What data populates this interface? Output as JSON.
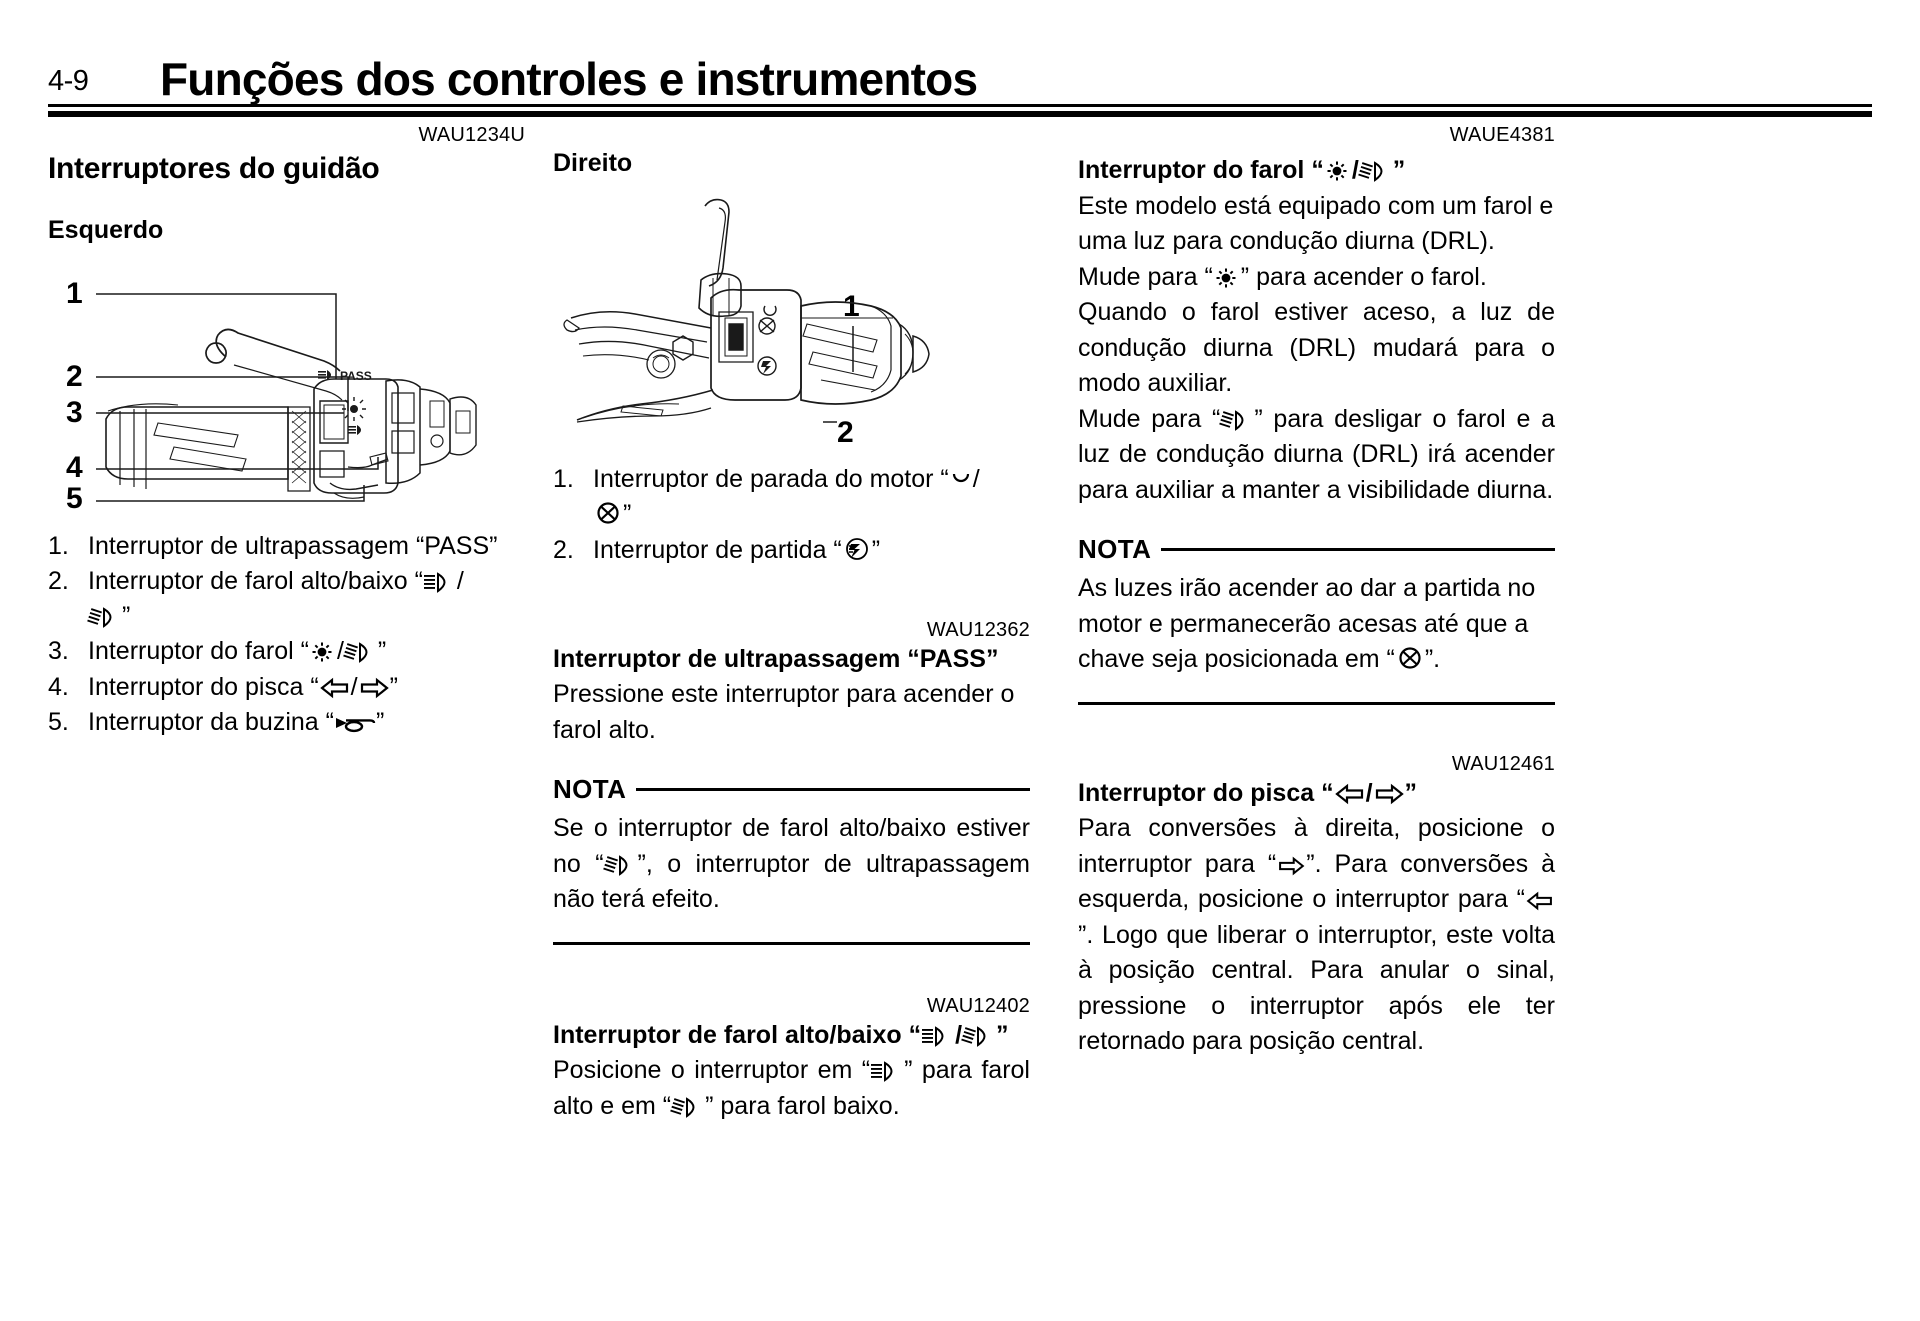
{
  "header": {
    "page_number": "4-9",
    "title": "Funções dos controles e instrumentos"
  },
  "left_column": {
    "wau_code": "WAU1234U",
    "section_title": "Interruptores do guidão",
    "sub_title": "Esquerdo",
    "figure": {
      "name": "left-handlebar-switch-illustration",
      "callouts": [
        "1",
        "2",
        "3",
        "4",
        "5"
      ],
      "label_on_switch": "PASS"
    },
    "legend": [
      {
        "num": "1.",
        "text_before": "Interruptor de ultrapassagem “PASS”",
        "icons": []
      },
      {
        "num": "2.",
        "text_before": "Interruptor de farol alto/baixo “",
        "icons": [
          "high-beam-icon",
          "low-beam-icon"
        ],
        "text_after": "”"
      },
      {
        "num": "3.",
        "text_before": "Interruptor do farol “",
        "icons": [
          "position-light-icon",
          "low-beam-icon"
        ],
        "text_after": "”"
      },
      {
        "num": "4.",
        "text_before": "Interruptor do pisca “",
        "icons": [
          "turn-left-icon",
          "turn-right-icon"
        ],
        "text_after": "”"
      },
      {
        "num": "5.",
        "text_before": "Interruptor da buzina “",
        "icons": [
          "horn-icon"
        ],
        "text_after": "”"
      }
    ]
  },
  "middle_column": {
    "sub_title": "Direito",
    "figure": {
      "name": "right-handlebar-switch-illustration",
      "callouts": [
        "1",
        "2"
      ]
    },
    "legend": [
      {
        "num": "1.",
        "text_before": "Interruptor de parada do motor “",
        "icons": [
          "engine-run-icon",
          "engine-stop-icon"
        ],
        "text_after": "”"
      },
      {
        "num": "2.",
        "text_before": "Interruptor de partida “",
        "icons": [
          "starter-icon"
        ],
        "text_after": "”"
      }
    ],
    "pass_section": {
      "wau_code": "WAU12362",
      "heading": "Interruptor de ultrapassagem “PASS”",
      "body": "Pressione este interruptor para acender o farol alto.",
      "nota_label": "NOTA",
      "nota_text_1": "Se o interruptor de farol alto/baixo estiver no “",
      "nota_icon": "low-beam-icon",
      "nota_text_2": "”, o interruptor de ultrapassagem não terá efeito."
    },
    "beam_section": {
      "wau_code": "WAU12402",
      "heading_before": "Interruptor de farol alto/baixo “",
      "heading_icons": [
        "high-beam-icon",
        "low-beam-icon"
      ],
      "heading_after": "”",
      "body_1": "Posicione o interruptor em “",
      "body_icon_1": "high-beam-icon",
      "body_2": "” para farol alto e em “",
      "body_icon_2": "low-beam-icon",
      "body_3": "” para farol baixo."
    }
  },
  "right_column": {
    "headlight_section": {
      "wau_code": "WAUE4381",
      "heading_before": "Interruptor do farol “",
      "heading_icons": [
        "position-light-icon",
        "low-beam-icon"
      ],
      "heading_after": "”",
      "para_1": "Este modelo está equipado com um farol e uma luz para condução diurna (DRL).",
      "para_2_before": "Mude para “",
      "para_2_icon": "position-light-icon",
      "para_2_after": "” para acender o farol.",
      "para_3": "Quando o farol estiver aceso, a luz de condução diurna (DRL) mudará para o modo auxiliar.",
      "para_4_before": "Mude para “",
      "para_4_icon": "low-beam-icon",
      "para_4_after": "” para desligar o farol e a luz de condução diurna (DRL) irá acender para auxiliar a manter a visibilidade diurna.",
      "nota_label": "NOTA",
      "nota_text_before": "As luzes irão acender ao dar a partida no motor e permanecerão acesas até que a chave seja posicionada em “",
      "nota_icon": "engine-stop-icon",
      "nota_text_after": "”."
    },
    "turn_signal_section": {
      "wau_code": "WAU12461",
      "heading_before": "Interruptor do pisca “",
      "heading_icons": [
        "turn-left-icon",
        "turn-right-icon"
      ],
      "heading_after": "”",
      "body_1": "Para conversões à direita, posicione o interruptor para “",
      "body_icon_1": "turn-right-icon",
      "body_2": "”. Para conversões à esquerda, posicione o interruptor para “",
      "body_icon_2": "turn-left-icon",
      "body_3": "”. Logo que liberar o interruptor, este volta à posição central. Para anular o sinal, pressione o interruptor após ele ter retornado para posição central."
    }
  },
  "colors": {
    "ink": "#000000",
    "paper": "#ffffff",
    "line_art": "#1a1a1a"
  }
}
